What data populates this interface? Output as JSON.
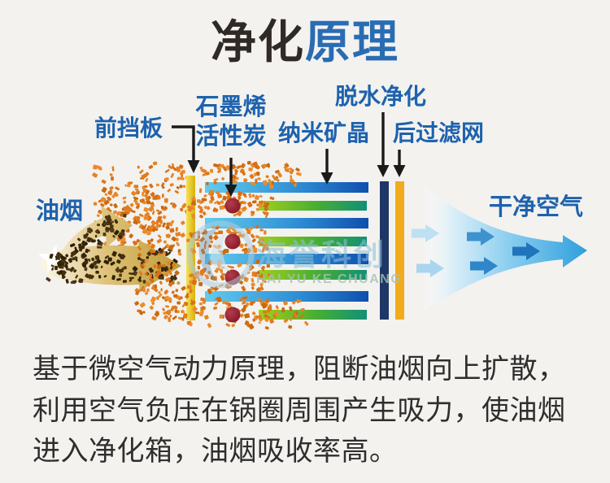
{
  "title": {
    "text_dark": "净化",
    "text_blue": "原理"
  },
  "diagram": {
    "labels": {
      "oil_smoke": "油烟",
      "front_baffle": "前挡板",
      "graphene_line1": "石墨烯",
      "graphene_line2": "活性炭",
      "nano_crystal": "纳米矿晶",
      "dehydration": "脱水净化",
      "rear_filter": "后过滤网",
      "clean_air": "干净空气"
    },
    "watermark": {
      "cn": "海誉科创",
      "en": "HAI YU KE CHUANG"
    }
  },
  "description": {
    "line1": "基于微空气动力原理，阻断油烟向上扩散，",
    "line2": "利用空气负压在锅圈周围产生吸力，使油烟",
    "line3": "进入净化箱，油烟吸收率高。"
  },
  "colors": {
    "background": "#f3f2ef",
    "title_dark": "#302a26",
    "title_accent_blue": "#2a6cb4",
    "label_blue": "#1e62ad",
    "front_baffle_yellow": "#e7c81e",
    "dehydration_navy": "#1e3766",
    "rear_filter_gold": "#f2ab1c",
    "carbon_ball_red": "#962332",
    "smoke_particle_orange": "#dd7517",
    "oil_arrow_tan": "#c9a84c",
    "nano_plate_blue": "#1a5cb5",
    "plate_green": "#3aaa3e",
    "clean_air_blue": "#2f9fdc",
    "description_text": "#2e2e2e"
  }
}
